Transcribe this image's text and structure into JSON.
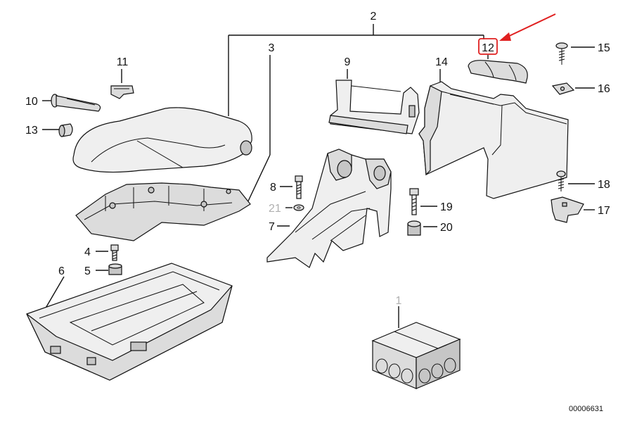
{
  "labels": {
    "l1": "1",
    "l2": "2",
    "l3": "3",
    "l4": "4",
    "l5": "5",
    "l6": "6",
    "l7": "7",
    "l8": "8",
    "l9": "9",
    "l10": "10",
    "l11": "11",
    "l12": "12",
    "l13": "13",
    "l14": "14",
    "l15": "15",
    "l16": "16",
    "l17": "17",
    "l18": "18",
    "l19": "19",
    "l20": "20",
    "l21": "21"
  },
  "diagram_code": "00006631",
  "colors": {
    "highlight": "#e02020",
    "line": "#111111",
    "part_fill": "#dcdcdc",
    "muted_label": "#b0b0b0"
  }
}
